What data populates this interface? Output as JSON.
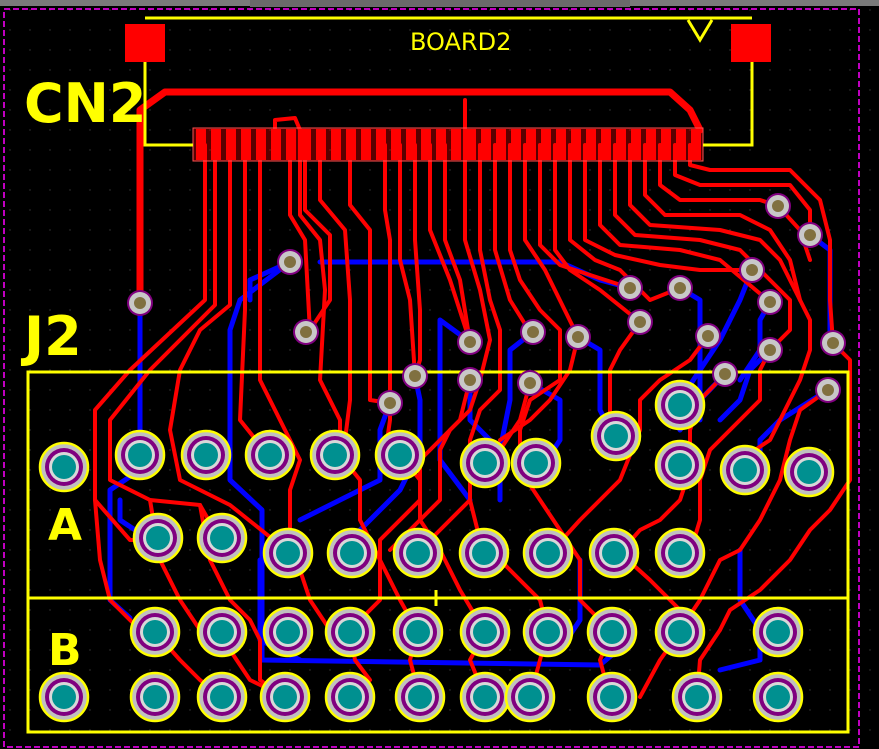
{
  "labels": {
    "board": "BOARD2",
    "cn2": "CN2",
    "j2": "J2",
    "row_a": "A",
    "row_b": "B"
  },
  "colors": {
    "background": "#7a7a7a",
    "board": "#000000",
    "board_outline": "#ff00ff",
    "top_copper": "#ff0000",
    "bottom_copper": "#0000ff",
    "silkscreen": "#ffff00",
    "pad_ring": "#c0c0c0",
    "pad_hole": "#009090",
    "via_ring": "#a0a0a0",
    "via_outline": "#800080",
    "via_hole": "#807040"
  }
}
